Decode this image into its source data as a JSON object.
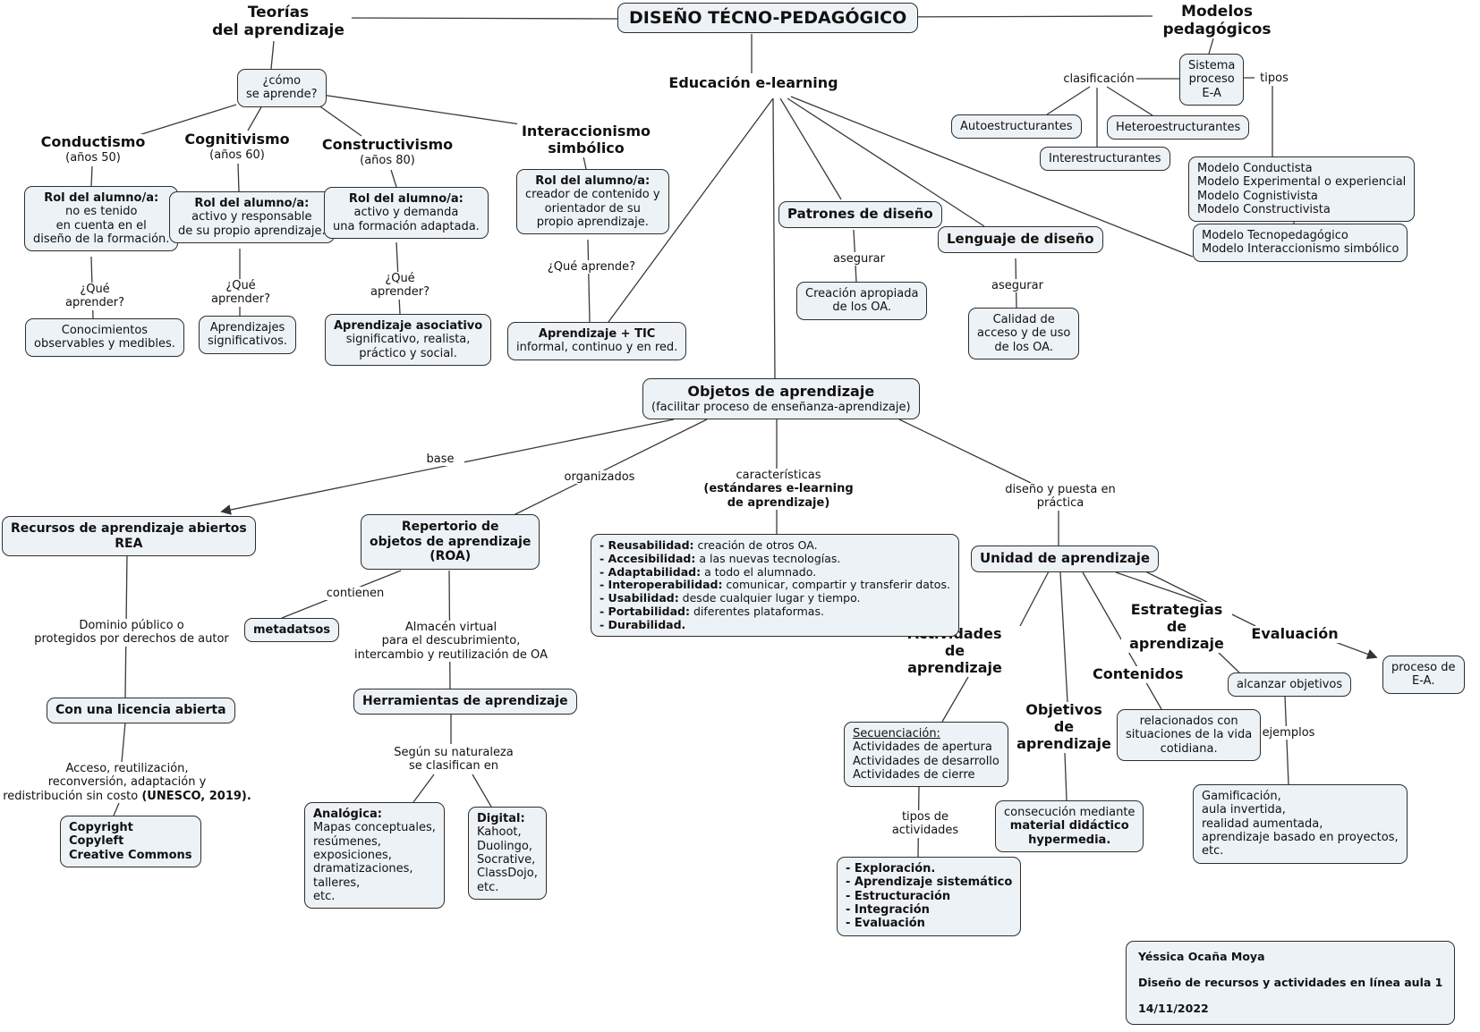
{
  "colors": {
    "box_fill": "#ecf2f6",
    "box_border": "#2e2e2e",
    "line": "#383838",
    "background": "#ffffff",
    "text": "#111111"
  },
  "header": {
    "theories_title": [
      "Teorías",
      "del aprendizaje"
    ],
    "main_title": "DISEÑO TÉCNO-PEDAGÓGICO",
    "models_title": [
      "Modelos",
      "pedagógicos"
    ],
    "elearning": "Educación e-learning"
  },
  "theories": {
    "how_question": [
      "¿cómo",
      "se aprende?"
    ],
    "branches": [
      {
        "name": "Conductismo",
        "era": "(años 50)",
        "role": [
          {
            "t": "Rol del alumno/a:",
            "b": true
          },
          "no es tenido",
          "en cuenta en el",
          "diseño de la formación."
        ],
        "question": "¿Qué aprender?",
        "answer": [
          "Conocimientos",
          "observables y medibles."
        ]
      },
      {
        "name": "Cognitivismo",
        "era": "(años 60)",
        "role": [
          {
            "t": "Rol del alumno/a:",
            "b": true
          },
          "activo y responsable",
          "de su propio aprendizaje."
        ],
        "question": "¿Qué aprender?",
        "answer": [
          "Aprendizajes",
          "significativos."
        ]
      },
      {
        "name": "Constructivismo",
        "era": "(años 80)",
        "role": [
          {
            "t": "Rol del alumno/a:",
            "b": true
          },
          "activo y demanda",
          "una formación adaptada."
        ],
        "question": "¿Qué aprender?",
        "answer": [
          {
            "t": "Aprendizaje asociativo",
            "b": true
          },
          "significativo, realista,",
          "práctico y social."
        ]
      },
      {
        "name": [
          "Interaccionismo",
          "simbólico"
        ],
        "role": [
          {
            "t": "Rol del alumno/a:",
            "b": true
          },
          "creador de contenido y",
          "orientador de su",
          "propio aprendizaje."
        ],
        "question": "¿Qué aprende?",
        "answer": [
          {
            "t": "Aprendizaje + TIC",
            "b": true
          },
          "informal, continuo y en red."
        ]
      }
    ]
  },
  "design": {
    "patterns": {
      "title": "Patrones de diseño",
      "link": "asegurar",
      "result": [
        "Creación apropiada",
        "de los OA."
      ]
    },
    "language": {
      "title": "Lenguaje de diseño",
      "link": "asegurar",
      "result": [
        "Calidad de",
        "acceso y de uso",
        "de los OA."
      ]
    }
  },
  "models": {
    "system": [
      "Sistema",
      "proceso",
      "E-A"
    ],
    "classification_label": "clasificación",
    "types_label": "tipos",
    "classes": [
      "Autoestructurantes",
      "Heteroestructurantes",
      "Interestructurantes"
    ],
    "types_list_1": [
      "Modelo Conductista",
      "Modelo Experimental o experiencial",
      "Modelo Cognistivista",
      "Modelo Constructivista"
    ],
    "types_list_2": [
      "Modelo Tecnopedagógico",
      "Modelo Interaccionismo simbólico"
    ]
  },
  "objects": {
    "node": [
      {
        "t": "Objetos de aprendizaje",
        "b": true
      },
      "(facilitar proceso de enseñanza-aprendizaje)"
    ],
    "link_base": "base",
    "link_organized": "organizados",
    "link_characteristics": [
      "características",
      {
        "t": "(estándares e-learning",
        "b": true
      },
      {
        "t": "de aprendizaje)",
        "b": true
      }
    ],
    "standards": [
      {
        "pre": "- Reusabilidad:",
        "t": " creación de otros OA."
      },
      {
        "pre": "- Accesibilidad:",
        "t": " a las nuevas tecnologías."
      },
      {
        "pre": "- Adaptabilidad:",
        "t": " a todo el alumnado."
      },
      {
        "pre": "- Interoperabilidad:",
        "t": " comunicar, compartir y transferir datos."
      },
      {
        "pre": "- Usabilidad:",
        "t": " desde cualquier lugar y tiempo."
      },
      {
        "pre": "- Portabilidad:",
        "t": " diferentes plataformas."
      },
      {
        "pre": "- Durabilidad.",
        "t": ""
      }
    ]
  },
  "rea": {
    "node": [
      {
        "t": "Recursos de aprendizaje abiertos",
        "b": true
      },
      {
        "t": "REA",
        "b": true
      }
    ],
    "link_domain": [
      "Dominio público o",
      "protegidos por derechos de autor"
    ],
    "license": "Con una licencia abierta",
    "link_access": [
      "Acceso, reutilización,",
      "reconversión, adaptación y",
      {
        "t": "redistribución sin costo ",
        "post": "(UNESCO, 2019)."
      }
    ],
    "licenses": [
      {
        "t": "Copyright",
        "b": true
      },
      {
        "t": "Copyleft",
        "b": true
      },
      {
        "t": "Creative Commons",
        "b": true
      }
    ]
  },
  "roa": {
    "node": [
      {
        "t": "Repertorio de",
        "b": true
      },
      {
        "t": "objetos de aprendizaje",
        "b": true
      },
      {
        "t": "(ROA)",
        "b": true
      }
    ],
    "link_contain": "contienen",
    "metadata": "metadatsos",
    "link_store": [
      "Almacén virtual",
      "para el descubrimiento,",
      "intercambio y reutilización de OA"
    ],
    "tools": "Herramientas de aprendizaje",
    "link_nature": [
      "Según su naturaleza",
      "se clasifican en"
    ],
    "analog": [
      {
        "t": "Analógica:",
        "b": true
      },
      "Mapas conceptuales,",
      "resúmenes,",
      "exposiciones,",
      "dramatizaciones,",
      "talleres,",
      "etc."
    ],
    "digital": [
      {
        "t": "Digital:",
        "b": true
      },
      "Kahoot,",
      "Duolingo,",
      "Socrative,",
      "ClassDojo,",
      "etc."
    ]
  },
  "unit": {
    "node": "Unidad de aprendizaje",
    "link_design": "diseño y puesta en práctica",
    "activities": {
      "label": [
        "Actividades",
        "de",
        "aprendizaje"
      ],
      "sequence": [
        {
          "t": "Secuenciación:",
          "u": true
        },
        "Actividades de apertura",
        "Actividades de desarrollo",
        "Actividades de cierre"
      ],
      "types_label": [
        "tipos de",
        "actividades"
      ],
      "types": [
        {
          "t": "- Exploración.",
          "b": true
        },
        {
          "t": "- Aprendizaje sistemático",
          "b": true
        },
        {
          "t": "- Estructuración",
          "b": true
        },
        {
          "t": "- Integración",
          "b": true
        },
        {
          "t": "- Evaluación",
          "b": true
        }
      ]
    },
    "objectives": {
      "label": [
        "Objetivos",
        "de",
        "aprendizaje"
      ],
      "result": [
        "consecución mediante",
        {
          "t": "material didáctico",
          "b": true
        },
        {
          "t": "hypermedia.",
          "b": true
        }
      ]
    },
    "contents": {
      "label": "Contenidos",
      "result": [
        "relacionados con",
        "situaciones de la vida",
        "cotidiana."
      ]
    },
    "strategies": {
      "label": [
        "Estrategias",
        "de",
        "aprendizaje"
      ],
      "goal": "alcanzar objetivos",
      "examples_label": "ejemplos",
      "examples": [
        "Gamificación,",
        "aula invertida,",
        "realidad aumentada,",
        "aprendizaje basado en proyectos,",
        "etc."
      ]
    },
    "evaluation": {
      "label": "Evaluación",
      "result": [
        "proceso de",
        "E-A."
      ]
    }
  },
  "credit": {
    "lines": [
      {
        "t": "Yéssica Ocaña Moya",
        "b": true
      },
      {
        "t": "Diseño de recursos y actividades en línea aula 1",
        "b": true
      },
      {
        "t": "14/11/2022",
        "b": true
      }
    ]
  }
}
